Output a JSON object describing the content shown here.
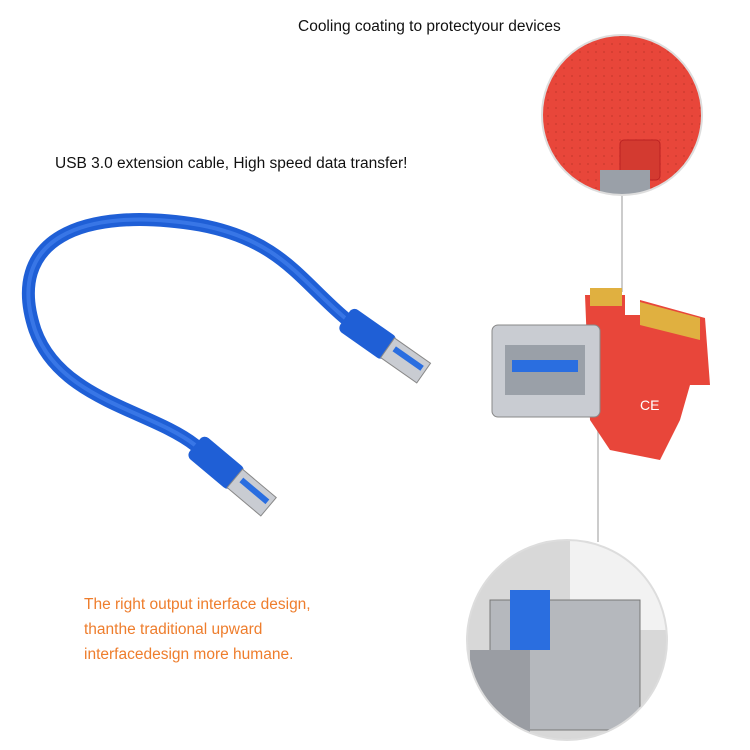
{
  "captions": {
    "cooling": "Cooling coating to protectyour devices",
    "usb_cable": "USB 3.0 extension cable, High speed data transfer!",
    "interface_lines": [
      "The right output interface design,",
      "thanthe traditional upward",
      "interfacedesign more humane."
    ]
  },
  "colors": {
    "cable_blue": "#1f5fd6",
    "board_red": "#e8463a",
    "caption_orange": "#ee7d2c",
    "gold_pins": "#e0b040"
  }
}
